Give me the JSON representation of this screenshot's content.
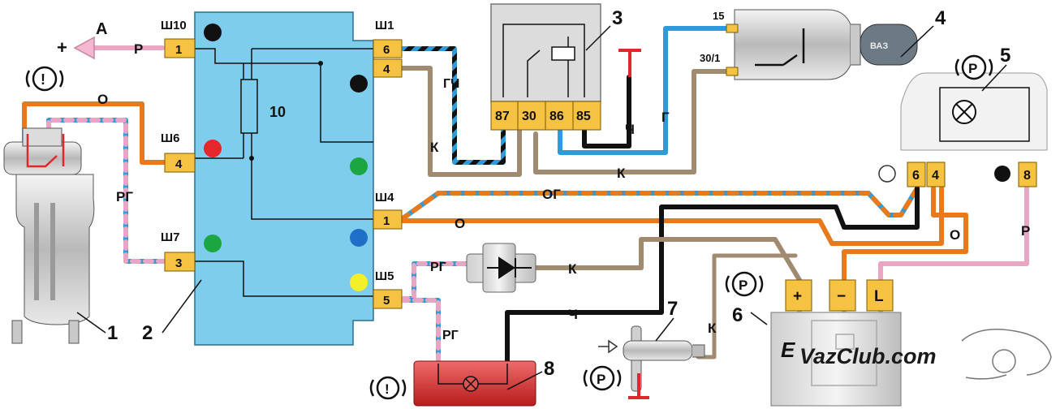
{
  "diagram": {
    "callouts": [
      "1",
      "2",
      "3",
      "4",
      "5",
      "6",
      "7",
      "8"
    ],
    "connectors": {
      "sh10": "Ш10",
      "sh1": "Ш1",
      "sh6": "Ш6",
      "sh7": "Ш7",
      "sh4": "Ш4",
      "sh5": "Ш5"
    },
    "pins": {
      "sh10_1": "1",
      "sh1_6": "6",
      "sh1_4": "4",
      "sh6_4": "4",
      "sh7_3": "3",
      "sh4_1": "1",
      "sh5_5": "5",
      "relay_87": "87",
      "relay_30": "30",
      "relay_86": "86",
      "relay_85": "85",
      "switch_15": "15",
      "switch_30_1": "30/1",
      "lamp5_6": "6",
      "lamp5_4": "4",
      "lamp5_8": "8",
      "batt_plus": "+",
      "batt_minus": "−",
      "batt_l": "L"
    },
    "wire_labels": {
      "r_top": "Р",
      "o_top": "О",
      "rg_left": "РГ",
      "gch": "ГЧ",
      "k_relay": "К",
      "ch_relay": "Ч",
      "g_switch": "Г",
      "k_long": "К",
      "og": "ОГ",
      "o_mid": "О",
      "o_right": "О",
      "r_right": "Р",
      "rg_diode": "РГ",
      "k_diode": "К",
      "rg_lamp": "РГ",
      "ch_bottom": "Ч",
      "k_switch7": "К"
    },
    "misc": {
      "a_label": "А",
      "plus_sign": "+",
      "fuse_number": "10",
      "key_text": "ВАЗ",
      "sensor_symbol": "E",
      "brand": "VazClub.com"
    },
    "colors": {
      "unit_blue": "#7ecdec",
      "connector_yellow": "#f5c242",
      "wire_orange": "#e87a1c",
      "wire_tan": "#a08a70",
      "wire_blue": "#2e9ad8",
      "wire_pink": "#e9a6c4",
      "wire_black": "#111111",
      "lamp_red": "#d42a2a"
    }
  }
}
